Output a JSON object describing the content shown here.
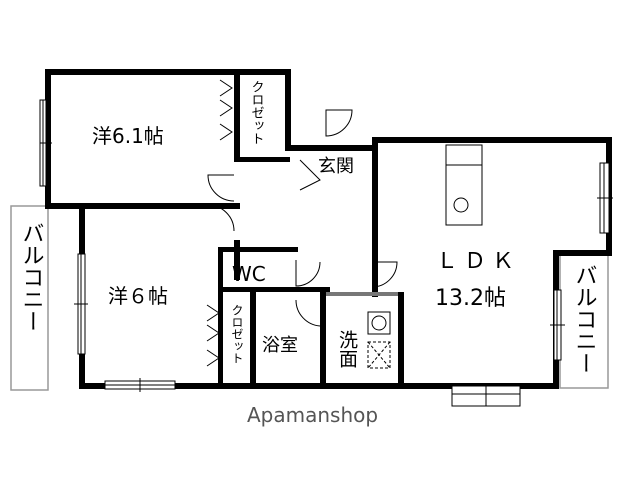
{
  "floorplan": {
    "rooms": {
      "western_room_1": "洋6.1帖",
      "western_room_2": "洋６帖",
      "ldk_name": "ＬＤＫ",
      "ldk_size": "13.2帖",
      "entrance": "玄関",
      "wc": "WC",
      "bath": "浴室",
      "washroom": "洗面",
      "closet_label": "クロゼット",
      "balcony_label": "バルコニー"
    },
    "watermark": "Apamanshop"
  }
}
